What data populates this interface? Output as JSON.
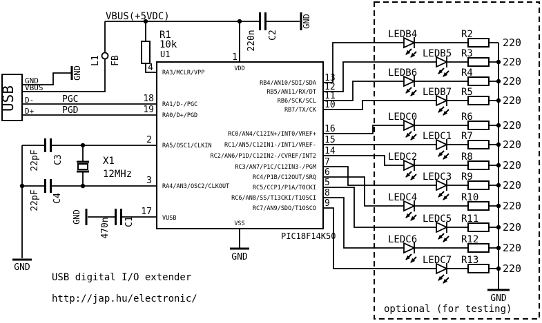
{
  "schematic": {
    "title": "USB digital I/O extender",
    "url": "http://jap.hu/electronic/",
    "power_rail": "VBUS(+5VDC)",
    "gnd": "GND",
    "optional_note": "optional (for testing)"
  },
  "usb": {
    "label": "USB",
    "pin_gnd": "GND",
    "pin_vbus": "VBUS",
    "pin_dm": "D-",
    "pin_dp": "D+",
    "pgc": "PGC",
    "pgd": "PGD"
  },
  "parts": {
    "l1_ref": "L1",
    "l1_val": "FB",
    "r1_ref": "R1",
    "r1_val": "10k",
    "c1_ref": "C1",
    "c1_val": "470n",
    "c2_ref": "C2",
    "c2_val": "220n",
    "c3_ref": "C3",
    "c3_val": "22pF",
    "c4_ref": "C4",
    "c4_val": "22pF",
    "x1_ref": "X1",
    "x1_val": "12MHz"
  },
  "ic": {
    "ref": "U1",
    "part": "PIC18F14K50",
    "pin1_num": "1",
    "vdd": "VDD",
    "vss": "VSS",
    "left_pins": [
      {
        "num": "4",
        "name": "RA3/MCLR/VPP"
      },
      {
        "num": "18",
        "name": "RA1/D-/PGC"
      },
      {
        "num": "19",
        "name": "RA0/D+/PGD"
      },
      {
        "num": "2",
        "name": "RA5/OSC1/CLKIN"
      },
      {
        "num": "3",
        "name": "RA4/AN3/OSC2/CLKOUT"
      },
      {
        "num": "17",
        "name": "VUSB"
      }
    ],
    "right_pins": [
      {
        "num": "13",
        "name": "RB4/AN10/SDI/SDA"
      },
      {
        "num": "12",
        "name": "RB5/AN11/RX/DT"
      },
      {
        "num": "11",
        "name": "RB6/SCK/SCL"
      },
      {
        "num": "10",
        "name": "RB7/TX/CK"
      },
      {
        "num": "16",
        "name": "RC0/AN4/C12IN+/INT0/VREF+"
      },
      {
        "num": "15",
        "name": "RC1/AN5/C12IN1-/INT1/VREF-"
      },
      {
        "num": "14",
        "name": "RC2/AN6/P1D/C12IN2-/CVREF/INT2"
      },
      {
        "num": "7",
        "name": "RC3/AN7/P1C/C12IN3-/PGM"
      },
      {
        "num": "6",
        "name": "RC4/P1B/C12OUT/SRQ"
      },
      {
        "num": "5",
        "name": "RC5/CCP1/P1A/T0CKI"
      },
      {
        "num": "8",
        "name": "RC6/AN8/SS/T13CKI/T1OSCI"
      },
      {
        "num": "9",
        "name": "RC7/AN9/SDO/T1OSCO"
      }
    ]
  },
  "led_rows": [
    {
      "pin": "13",
      "led": "LEDB4",
      "res": "R2",
      "val": "220"
    },
    {
      "pin": "12",
      "led": "LEDB5",
      "res": "R3",
      "val": "220"
    },
    {
      "pin": "11",
      "led": "LEDB6",
      "res": "R4",
      "val": "220"
    },
    {
      "pin": "10",
      "led": "LEDB7",
      "res": "R5",
      "val": "220"
    },
    {
      "pin": "16",
      "led": "LEDC0",
      "res": "R6",
      "val": "220"
    },
    {
      "pin": "15",
      "led": "LEDC1",
      "res": "R7",
      "val": "220"
    },
    {
      "pin": "14",
      "led": "LEDC2",
      "res": "R8",
      "val": "220"
    },
    {
      "pin": "7",
      "led": "LEDC3",
      "res": "R9",
      "val": "220"
    },
    {
      "pin": "6",
      "led": "LEDC4",
      "res": "R10",
      "val": "220"
    },
    {
      "pin": "5",
      "led": "LEDC5",
      "res": "R11",
      "val": "220"
    },
    {
      "pin": "8",
      "led": "LEDC6",
      "res": "R12",
      "val": "220"
    },
    {
      "pin": "9",
      "led": "LEDC7",
      "res": "R13",
      "val": "220"
    }
  ]
}
